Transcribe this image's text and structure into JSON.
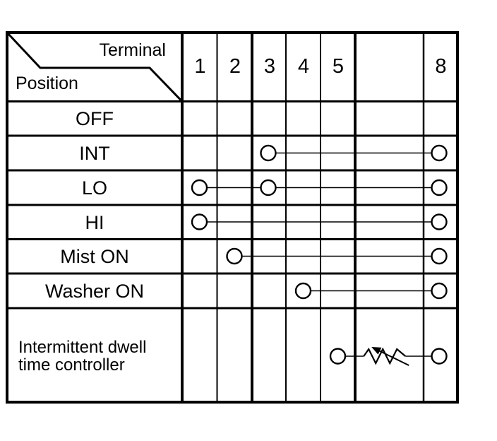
{
  "colors": {
    "foreground": "#000000",
    "background": "#ffffff"
  },
  "header": {
    "terminal_label": "Terminal",
    "position_label": "Position",
    "terminals": [
      "1",
      "2",
      "3",
      "4",
      "5",
      "",
      "8"
    ]
  },
  "rows": [
    {
      "label": "OFF",
      "connections": []
    },
    {
      "label": "INT",
      "connections": [
        {
          "terminals": [
            "3",
            "8"
          ]
        }
      ]
    },
    {
      "label": "LO",
      "connections": [
        {
          "terminals": [
            "1",
            "3",
            "8"
          ]
        }
      ]
    },
    {
      "label": "HI",
      "connections": [
        {
          "terminals": [
            "1",
            "8"
          ]
        }
      ]
    },
    {
      "label": "Mist ON",
      "connections": [
        {
          "terminals": [
            "2",
            "8"
          ]
        }
      ]
    },
    {
      "label": "Washer ON",
      "connections": [
        {
          "terminals": [
            "4",
            "8"
          ]
        }
      ]
    },
    {
      "label": "Intermittent dwell time controller",
      "connections": [
        {
          "terminals": [
            "5",
            "8"
          ],
          "component": "variable-resistor"
        }
      ]
    }
  ]
}
